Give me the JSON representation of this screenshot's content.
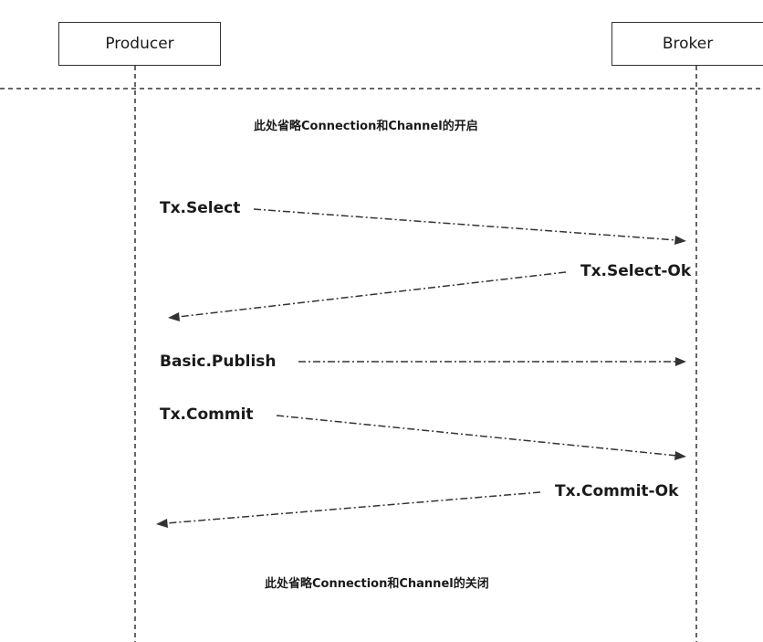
{
  "participants": {
    "producer": "Producer",
    "broker": "Broker"
  },
  "notes": {
    "open": "此处省略Connection和Channel的开启",
    "close": "此处省略Connection和Channel的关闭"
  },
  "messages": [
    {
      "label": "Tx.Select",
      "direction": "producer-to-broker"
    },
    {
      "label": "Tx.Select-Ok",
      "direction": "broker-to-producer"
    },
    {
      "label": "Basic.Publish",
      "direction": "producer-to-broker"
    },
    {
      "label": "Tx.Commit",
      "direction": "producer-to-broker"
    },
    {
      "label": "Tx.Commit-Ok",
      "direction": "broker-to-producer"
    }
  ],
  "colors": {
    "line": "#333333",
    "text": "#1a1a1a"
  }
}
